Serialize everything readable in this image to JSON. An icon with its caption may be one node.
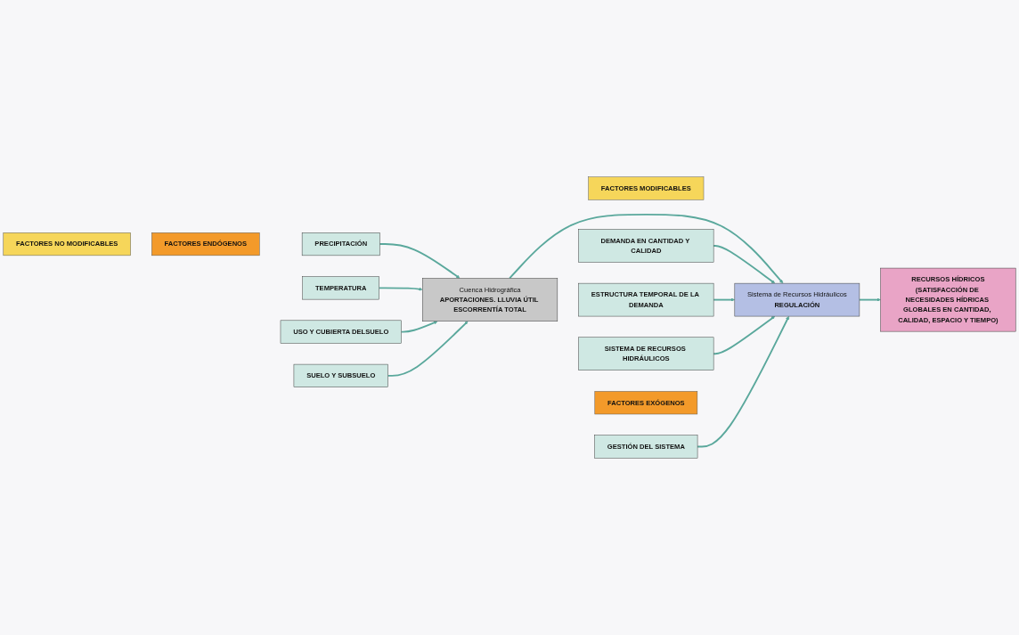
{
  "diagram": {
    "nodes": [
      {
        "text": [
          "FACTORES NO MODIFICABLES"
        ]
      },
      {
        "text": [
          "FACTORES ENDÓGENOS"
        ]
      },
      {
        "text": [
          "PRECIPITACIÓN"
        ]
      },
      {
        "text": [
          "TEMPERATURA"
        ]
      },
      {
        "text": [
          "USO Y CUBIERTA DELSUELO"
        ]
      },
      {
        "text": [
          "SUELO Y SUBSUELO"
        ]
      },
      {
        "text": [
          "Cuenca Hidrográfica",
          "APORTACIONES. LLUVIA ÚTIL ESCORRENTÍA TOTAL"
        ]
      },
      {
        "text": [
          "Sistema de Recursos Hidráulicos",
          "REGULACIÓN"
        ]
      },
      {
        "text": [
          "FACTORES MODIFICABLES"
        ]
      },
      {
        "text": [
          "DEMANDA EN CANTIDAD Y CALIDAD"
        ]
      },
      {
        "text": [
          "ESTRUCTURA TEMPORAL DE LA DEMANDA"
        ]
      },
      {
        "text": [
          "SISTEMA DE RECURSOS HIDRÁULICOS"
        ]
      },
      {
        "text": [
          "GESTIÓN DEL SISTEMA"
        ]
      },
      {
        "text": [
          "FACTORES EXÓGENOS"
        ]
      },
      {
        "text": [
          "RECURSOS HÍDRICOS",
          "(SATISFACCIÓN DE NECESIDADES HÍDRICAS GLOBALES EN CANTIDAD, CALIDAD, ESPACIO Y TIEMPO)"
        ]
      }
    ],
    "edges": [
      {
        "from": 2,
        "to": 6,
        "arrow": "to"
      },
      {
        "from": 3,
        "to": 6,
        "arrow": "to"
      },
      {
        "from": 4,
        "to": 6,
        "arrow": "to"
      },
      {
        "from": 5,
        "to": 6,
        "arrow": "to"
      },
      {
        "from": 6,
        "to": 7,
        "arrow": "to"
      },
      {
        "from": 9,
        "to": 7,
        "arrow": "to"
      },
      {
        "from": 10,
        "to": 7,
        "arrow": "to"
      },
      {
        "from": 11,
        "to": 7,
        "arrow": "to"
      },
      {
        "from": 12,
        "to": 7,
        "arrow": "to"
      },
      {
        "from": 7,
        "to": 14,
        "arrow": "to"
      }
    ]
  }
}
